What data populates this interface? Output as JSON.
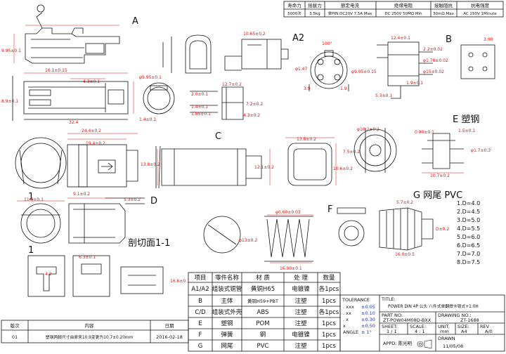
{
  "spec": {
    "headers": [
      "寿命力",
      "插拔力",
      "额定电流",
      "绝缘电阻",
      "接触阻抗",
      "抗电强度"
    ],
    "values": [
      "5000次",
      "3.5kg",
      "单PIN:DC20V 7.5A Max",
      "DC 250V 50MΩ Min",
      "30mΩ Max",
      "AC 250V 1Minute"
    ]
  },
  "labels": {
    "A": "A",
    "A2": "A2",
    "B": "B",
    "C": "C",
    "D": "D",
    "E": "E 塑钢",
    "F": "F",
    "G": "G 网尾 PVC",
    "section": "剖切面1-1",
    "one_a": "1",
    "one_b": "1"
  },
  "dims": {
    "d1": "9.95±0.1",
    "d2": "16.1±0.15",
    "d3": "4.3±0.1",
    "d4": "8.9±0.1",
    "d5": "32.4",
    "d6": "φ9.95±0.1",
    "d7": "1.4±0.1",
    "d8": "10.65±0.2",
    "d9": "12.7±0.2",
    "d10": "2.0±0.1",
    "d11": "1.4±0.1",
    "d12": "1.85±0.1",
    "d13": "7.2±0.2",
    "d14": "4.3±0.2",
    "d15": "100°",
    "d16": "φ1.47",
    "d17": "3.9",
    "d18": "1.9",
    "d19": "φ9.05±0.15",
    "d20": "12.4±0.1",
    "d21": "2.2±0.02",
    "d22": "φ1.78±0.02",
    "d23": "φ15±0.02",
    "d24": "3.00",
    "d25": "5.3±0.1",
    "d26": "1.9±0.1",
    "d27": "24.4±0.2",
    "d28": "19.4±0.2",
    "d29": "13.8±0.2",
    "d30": "12.1±0.2",
    "d31": "13.8±0.2",
    "d32": "10.6±0.2",
    "d33": "φ10.2±0.2",
    "d34": "7.5±0.2",
    "d35": "0.90±0.1",
    "d36": "1.5±0.1",
    "d37": "φ1.7±0.3",
    "d38": "10.7±0.2",
    "d39": "11.6±0.1",
    "d40": "9.1±0.2",
    "d41": "5.3±0.2",
    "d42": "φ0.60±0.03",
    "d43": "φ13±0.2",
    "d44": "16.00±0.1",
    "d45": "5.7±0.2",
    "d46": "D±0.2",
    "d47": "16.0±0.5",
    "d48": "6.3±0.1",
    "d49": "16.6±0.1",
    "d50": "4.2"
  },
  "dlist": [
    "1.D=4.0",
    "2.D=4.5",
    "3.D=5.0",
    "4.D=5.5",
    "5.D=6.0",
    "6.D=6.5",
    "7.D=7.0",
    "8.D=7.5"
  ],
  "bom": {
    "headers": [
      "项目",
      "零件名称",
      "材 质",
      "处 理",
      "数量"
    ],
    "rows": [
      [
        "A1/A2",
        "组装式铜管",
        "黄铜H65",
        "电镀镍",
        "各1pcs"
      ],
      [
        "B",
        "主体",
        "黄铜H59+PBT",
        "注塑",
        "1pcs"
      ],
      [
        "C/D",
        "组装式外壳",
        "ABS",
        "注塑",
        "各1pcs"
      ],
      [
        "E",
        "塑钢",
        "POM",
        "注塑",
        "1pcs"
      ],
      [
        "F",
        "弹簧",
        "钢",
        "电镀镍",
        "1pcs"
      ],
      [
        "G",
        "网尾",
        "PVC",
        "注塑",
        "1pcs"
      ]
    ]
  },
  "revision": {
    "headers": [
      "版次",
      "内容",
      "日期"
    ],
    "row": [
      "01",
      "塑钢两脚尺寸由原来10.9变更为10.7±0.20mm",
      "2016-02-18"
    ]
  },
  "titleblock": {
    "tolerance_label": "TOLERANCE",
    "tol_rows": [
      [
        ". xxx",
        "±0.05"
      ],
      [
        ". xx",
        "±0.10"
      ],
      [
        ". x",
        "±0.30"
      ],
      [
        "x",
        "±0.50"
      ],
      [
        "ANGLE",
        "± 1°"
      ]
    ],
    "title_label": "TITLE:",
    "title": "POWER DIN 4P 公头 八件式单翻焊卡锁式+1.0H",
    "partno_label": "PART NO:",
    "partno": "ZT-POW04M08D-BXX",
    "drawingno_label": "DRAWING NO.:",
    "drawingno": "ZT-1688",
    "sheet_label": "SHEET:",
    "sheet": "1 / 1",
    "scale_label": "SCALE:",
    "scale": "4 : 1",
    "unit_label": "UNIT:",
    "unit": "mm",
    "size_label": "SIZE:",
    "size": "A4",
    "rev_label": "REV",
    "rev": "A/0",
    "appd": "APPD: 陈光明",
    "drawn_label": "DRAWN",
    "drawn": "11/05/08"
  }
}
